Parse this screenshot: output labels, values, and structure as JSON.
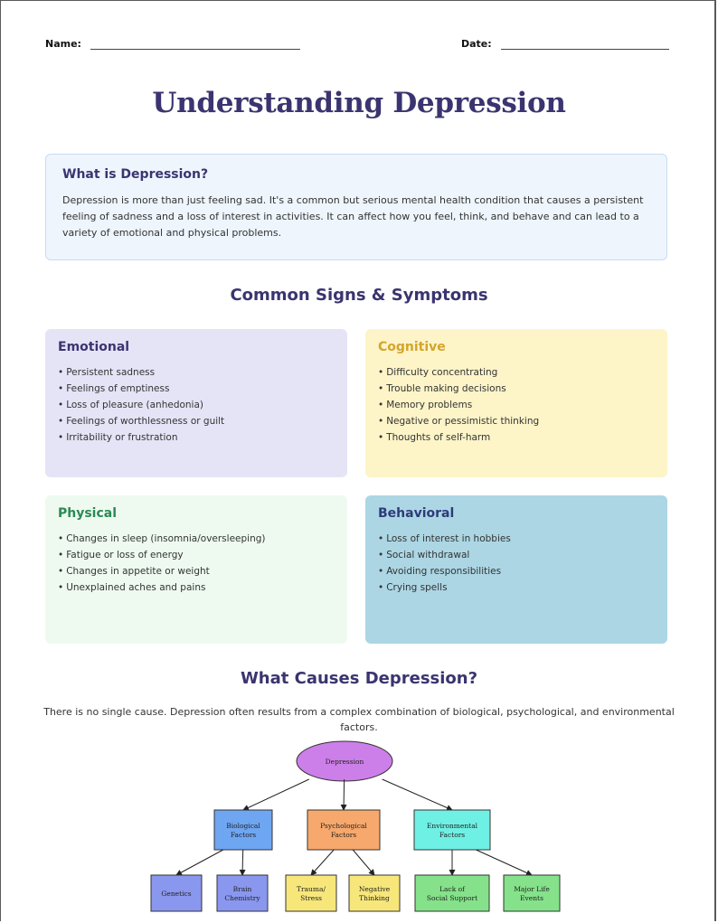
{
  "header": {
    "name_label": "Name:",
    "date_label": "Date:"
  },
  "title": "Understanding Depression",
  "intro": {
    "heading": "What is Depression?",
    "body": "Depression is more than just feeling sad. It's a common but serious mental health condition that causes a persistent feeling of sadness and a loss of interest in activities. It can affect how you feel, think, and behave and can lead to a variety of emotional and physical problems."
  },
  "symptoms": {
    "heading": "Common Signs & Symptoms",
    "emotional": {
      "title": "Emotional",
      "items": [
        "Persistent sadness",
        "Feelings of emptiness",
        "Loss of pleasure (anhedonia)",
        "Feelings of worthlessness or guilt",
        "Irritability or frustration"
      ]
    },
    "cognitive": {
      "title": "Cognitive",
      "items": [
        "Difficulty concentrating",
        "Trouble making decisions",
        "Memory problems",
        "Negative or pessimistic thinking",
        "Thoughts of self-harm"
      ]
    },
    "physical": {
      "title": "Physical",
      "items": [
        "Changes in sleep (insomnia/oversleeping)",
        "Fatigue or loss of energy",
        "Changes in appetite or weight",
        "Unexplained aches and pains"
      ]
    },
    "behavioral": {
      "title": "Behavioral",
      "items": [
        "Loss of interest in hobbies",
        "Social withdrawal",
        "Avoiding responsibilities",
        "Crying spells"
      ]
    }
  },
  "causes": {
    "heading": "What Causes Depression?",
    "body": "There is no single cause. Depression often results from a complex combination of biological, psychological, and environmental factors."
  },
  "diagram": {
    "root": "Depression",
    "colors": {
      "root": "#cc7fe8",
      "biological": "#6ea6f2",
      "psychological": "#f7a86c",
      "environmental": "#6ff0e4",
      "leaf_biological": "#8a97ef",
      "leaf_psychological": "#f7e77a",
      "leaf_environmental": "#85e28a"
    },
    "factors": [
      {
        "label": [
          "Biological",
          "Factors"
        ],
        "leaves": [
          [
            "Genetics"
          ],
          [
            "Brain",
            "Chemistry"
          ]
        ]
      },
      {
        "label": [
          "Psychological",
          "Factors"
        ],
        "leaves": [
          [
            "Trauma/",
            "Stress"
          ],
          [
            "Negative",
            "Thinking"
          ]
        ]
      },
      {
        "label": [
          "Environmental",
          "Factors"
        ],
        "leaves": [
          [
            "Lack of",
            "Social Support"
          ],
          [
            "Major Life",
            "Events"
          ]
        ]
      }
    ]
  }
}
